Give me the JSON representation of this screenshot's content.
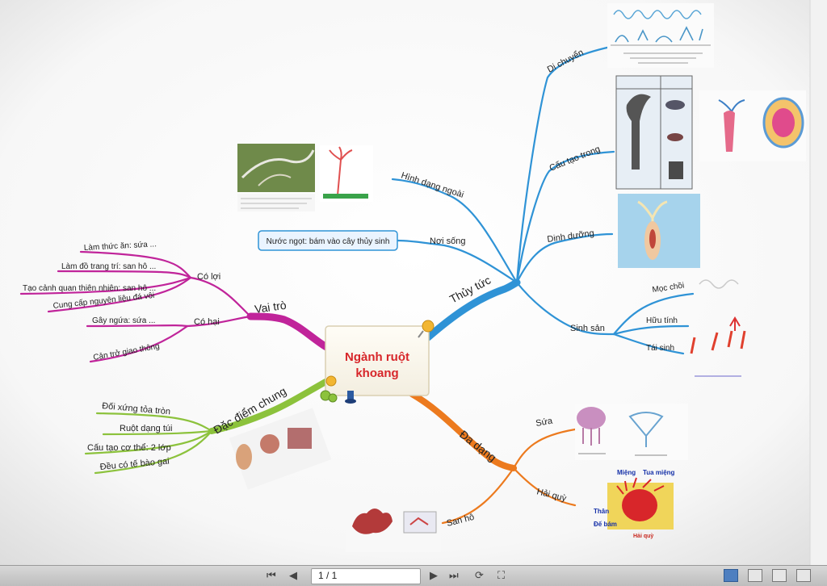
{
  "center": {
    "line1": "Ngành ruột",
    "line2": "khoang"
  },
  "branches": {
    "vai_tro": {
      "label": "Vai trò",
      "co_loi": {
        "label": "Có lợi",
        "items": [
          "Làm thức ăn: sứa ...",
          "Làm đồ trang trí: san hô ...",
          "Tạo cảnh quan thiên nhiên: san hô ...",
          "Cung cấp nguyên liệu đá vôi"
        ]
      },
      "co_hai": {
        "label": "Có hại",
        "items": [
          "Gây ngứa: sứa ...",
          "Cản trở giao thông"
        ]
      }
    },
    "dac_diem": {
      "label": "Đặc điểm chung",
      "items": [
        "Đối xứng tỏa tròn",
        "Ruột dạng túi",
        "Cấu tạo cơ thể: 2 lớp",
        "Đều có tế bào gai"
      ]
    },
    "thuy_tuc": {
      "label": "Thủy tức",
      "children": [
        "Di chuyển",
        "Cấu tạo trong",
        "Hình dạng ngoài",
        "Nơi sống",
        "Dinh dưỡng",
        "Sinh sản"
      ],
      "noi_song_box": "Nước ngọt: bám vào cây thủy sinh",
      "sinh_san": [
        "Mọc chồi",
        "Hữu tính",
        "Tái sinh"
      ]
    },
    "da_dang": {
      "label": "Đa dạng",
      "children": [
        "Sứa",
        "Hải quỳ",
        "San hô"
      ]
    }
  },
  "image_labels": {
    "hai_quy": [
      "Miệng",
      "Tua miệng",
      "Thân",
      "Đế bám",
      "Hải quỳ"
    ]
  },
  "colors": {
    "vai_tro": "#c0249a",
    "dac_diem": "#8cc23c",
    "thuy_tuc": "#2f93d6",
    "da_dang": "#ec7a1e",
    "center_text": "#d7262a",
    "hai_quy_label": "#1530a8"
  },
  "viewer": {
    "page_indicator": "1 / 1"
  }
}
